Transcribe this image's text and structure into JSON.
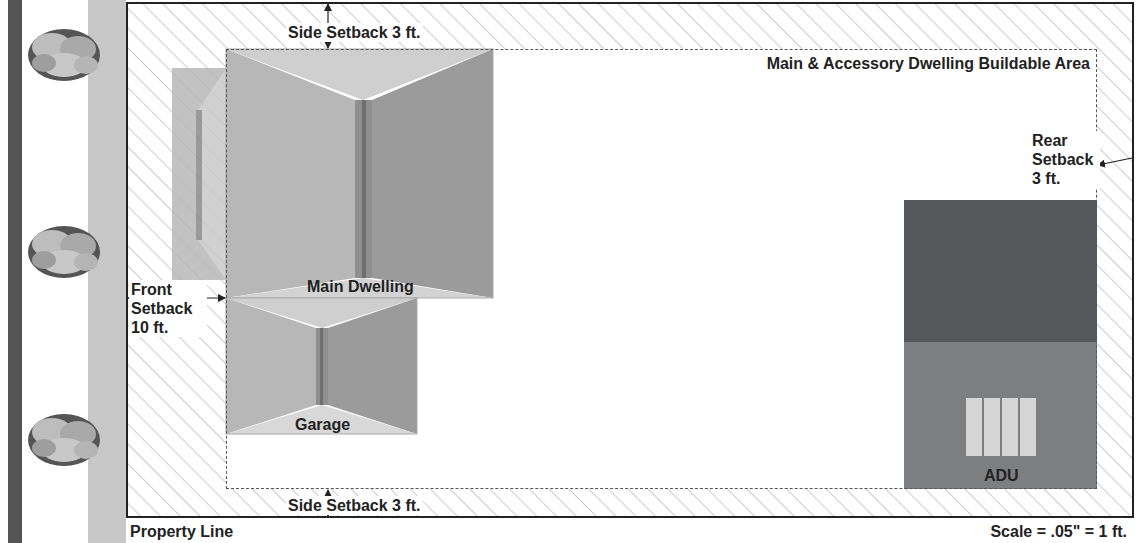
{
  "diagram": {
    "nodes": [
      {
        "text": [
          "Main & Accessory Dwelling Buildable Area"
        ]
      },
      {
        "text": [
          "Main Dwelling"
        ],
        "in": 0
      },
      {
        "text": [
          "Garage"
        ],
        "in": 0
      },
      {
        "text": [
          "ADU"
        ],
        "in": 0
      }
    ],
    "labels": [
      "Side Setback 3 ft.",
      "Side Setback 3 ft.",
      "Front Setback 10 ft.",
      "Rear Setback 3 ft.",
      "Property Line",
      "Scale = .05\" = 1 ft."
    ]
  }
}
